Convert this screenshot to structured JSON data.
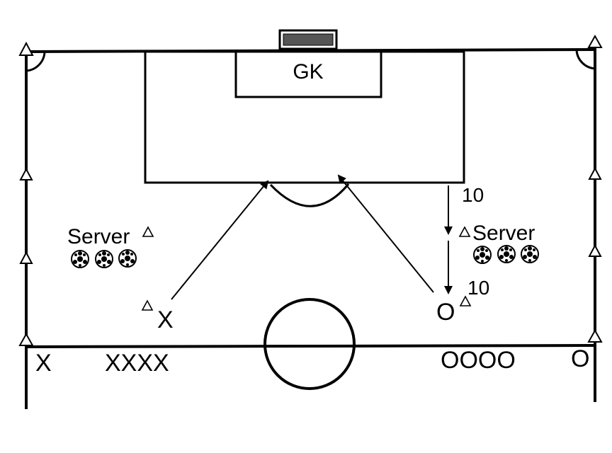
{
  "labels": {
    "gk": "GK",
    "server_left": "Server",
    "server_right": "Server",
    "player_x": "X",
    "player_o": "O",
    "distance_top": "10",
    "distance_bottom": "10",
    "queue_left_single": "X",
    "queue_left_group": "XXXX",
    "queue_right_group": "OOOO",
    "queue_right_single": "O"
  },
  "icons": {
    "cone": "triangle-cone-icon",
    "ball": "soccer-ball-icon",
    "goal": "goal-net-icon",
    "arrow": "arrow-icon"
  },
  "colors": {
    "line": "#000000",
    "background": "#ffffff"
  }
}
